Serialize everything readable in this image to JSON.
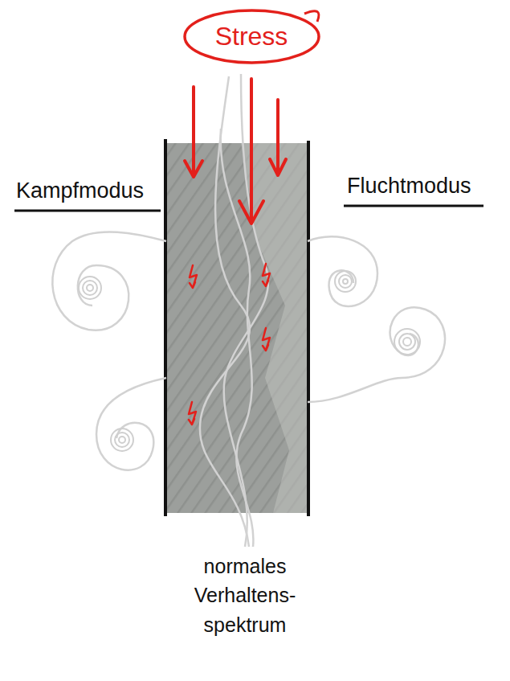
{
  "diagram": {
    "nodes": [
      {
        "text": [
          "Stress"
        ]
      }
    ],
    "labels": [
      "Kampfmodus",
      "Fluchtmodus",
      "normales Verhaltens- spektrum"
    ]
  }
}
